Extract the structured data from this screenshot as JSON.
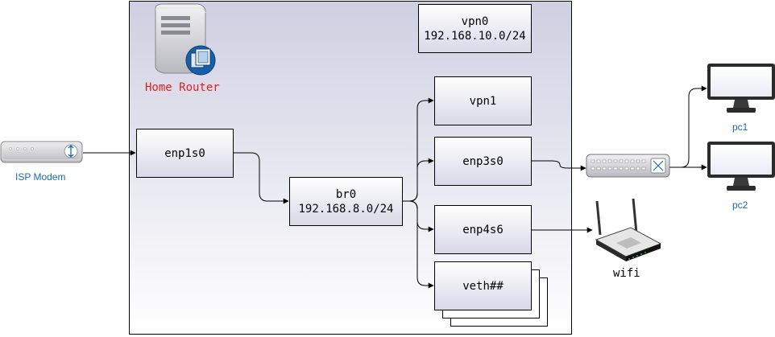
{
  "router": {
    "label": "Home Router"
  },
  "nodes": {
    "enp1s0": {
      "label": "enp1s0"
    },
    "br0": {
      "label": "br0",
      "subnet": "192.168.8.0/24"
    },
    "vpn0": {
      "label": "vpn0",
      "subnet": "192.168.10.0/24"
    },
    "vpn1": {
      "label": "vpn1"
    },
    "enp3s0": {
      "label": "enp3s0"
    },
    "enp4s6": {
      "label": "enp4s6"
    },
    "veth": {
      "label": "veth##"
    }
  },
  "devices": {
    "isp_modem": {
      "label": "ISP Modem"
    },
    "wifi": {
      "label": "wifi"
    },
    "pc1": {
      "label": "pc1"
    },
    "pc2": {
      "label": "pc2"
    }
  },
  "colors": {
    "device_label": "#1a6ab5",
    "router_label": "#e02020",
    "border": "#000000"
  },
  "icons": [
    "modem-icon",
    "server-icon",
    "switch-icon",
    "wifi-router-icon",
    "monitor-icon"
  ]
}
